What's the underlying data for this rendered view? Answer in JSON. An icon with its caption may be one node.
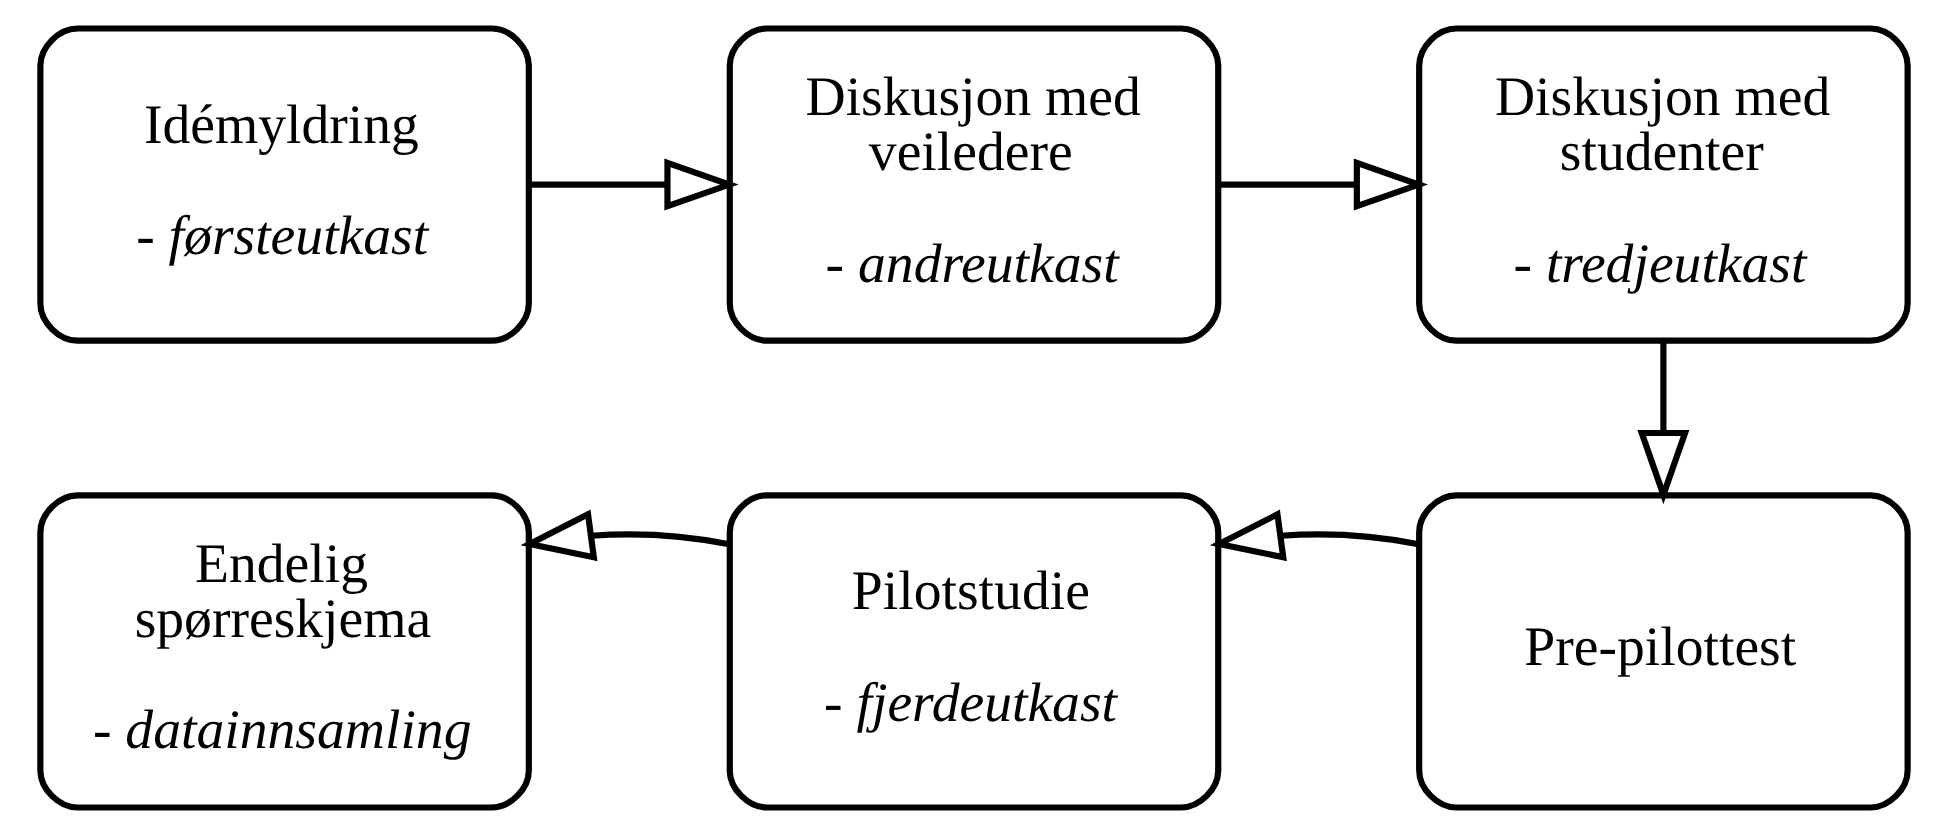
{
  "diagram": {
    "nodes": [
      {
        "text": [
          "Idémyldring",
          "- førsteutkast"
        ]
      },
      {
        "text": [
          "Diskusjon med veiledere",
          "- andreutkast"
        ]
      },
      {
        "text": [
          "Diskusjon med studenter",
          "- tredjeutkast"
        ]
      },
      {
        "text": [
          "Pre-pilottest"
        ]
      },
      {
        "text": [
          "Pilotstudie",
          "- fjerdeutkast"
        ]
      },
      {
        "text": [
          "Endelig spørreskjema",
          "- datainnsamling"
        ]
      }
    ],
    "edges": [
      {
        "from": 0,
        "to": 1,
        "arrow": "to"
      },
      {
        "from": 1,
        "to": 2,
        "arrow": "to"
      },
      {
        "from": 2,
        "to": 3,
        "arrow": "to"
      },
      {
        "from": 3,
        "to": 4,
        "arrow": "to"
      },
      {
        "from": 4,
        "to": 5,
        "arrow": "to"
      }
    ]
  }
}
